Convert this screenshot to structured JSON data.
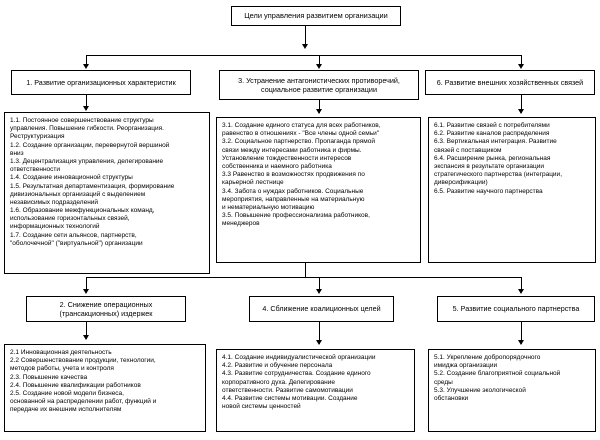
{
  "diagram": {
    "title": "Цели управления развитием организации",
    "type": "hierarchy-tree",
    "line_color": "#000000",
    "box_fill": "#ffffff"
  },
  "root": {
    "label": "Цели управления развитием организации"
  },
  "branches": [
    {
      "id": "b1",
      "header": "1. Развитие организационных характеристик",
      "items": [
        "1.1. Постоянное совершенствование структуры",
        "управления. Повышение гибкости. Реорганизация.",
        "Реструктуризация",
        "1.2. Создание организации, перевернутой вершиной",
        "вниз",
        "1.3. Децентрализация управления, делегирование",
        "ответственности",
        "1.4. Создание инновационной структуры",
        "1.5. Результатная департаментизация, формирование",
        "дивизиональных организаций с выделением",
        "независимых подразделений",
        "1.6. Образование межфункциональных команд,",
        "использование горизонтальных связей,",
        "информационных технологий",
        "1.7. Создание сети альянсов, партнерств,",
        "\"оболочечной\" (\"виртуальной\") организации"
      ]
    },
    {
      "id": "b3",
      "header": "3. Устранение антагонистических противоречий,\nсоциальное развитие организации",
      "items": [
        "3.1. Создание единого статуса для всех работников,",
        "равенство в отношениях - \"Все члены одной семьи\"",
        "3.2. Социальное партнерство. Пропаганда прямой",
        "связи между интересами работника и фирмы.",
        "Установление тождественности интересов",
        "собственника и наемного работника",
        "3.3 Равенство в возможностях продвижения по",
        "карьерной лестнице",
        "3.4. Забота о нуждах работников. Социальные",
        "мероприятия, направленные на материальную",
        "и нематериальную мотивацию",
        "3.5. Повышение профессионализма работников,",
        "менеджеров"
      ]
    },
    {
      "id": "b6",
      "header": "6. Развитие внешних хозяйственных связей",
      "items": [
        "6.1. Развитие связей с потребителями",
        "6.2. Развитие каналов распределения",
        "6.3. Вертикальная интеграция. Развитие",
        "связей с поставщиком",
        "6.4. Расширение рынка, региональная",
        "экспансия в результате организации",
        "стратегического партнерства (интеграции,",
        "диверсификации)",
        "6.5. Развитие научного партнерства"
      ]
    },
    {
      "id": "b2",
      "header": "2. Снижение операционных\n(трансакционных) издержек",
      "items": [
        "2.1 Инновационная деятельность",
        "2.2 Совершенствование продукции, технологии,",
        "методов работы, учета и контроля",
        "2.3. Повышение качества",
        "2.4. Повышение квалификации работников",
        "2.5. Создание новой модели бизнеса,",
        "основанной на распределении работ, функций и",
        "передаче их внешним исполнителям"
      ]
    },
    {
      "id": "b4",
      "header": "4. Сближение коалиционных целей",
      "items": [
        "4.1. Создание индивидуалистической организации",
        "4.2. Развитие и обучение персонала",
        "4.3. Развитие сотрудничества. Создание единого",
        "корпоративного духа. Делегирование",
        "ответственности. Развитие самомотивации",
        "4.4. Развитие системы мотивации. Создание",
        "новой системы ценностей"
      ]
    },
    {
      "id": "b5",
      "header": "5. Развитие социального партнерства",
      "items": [
        "5.1. Укрепление добропорядочного",
        "имиджа организации",
        "5.2. Создание благоприятной социальной",
        "среды",
        "5.3. Улучшение экологической",
        "обстановки"
      ]
    }
  ]
}
